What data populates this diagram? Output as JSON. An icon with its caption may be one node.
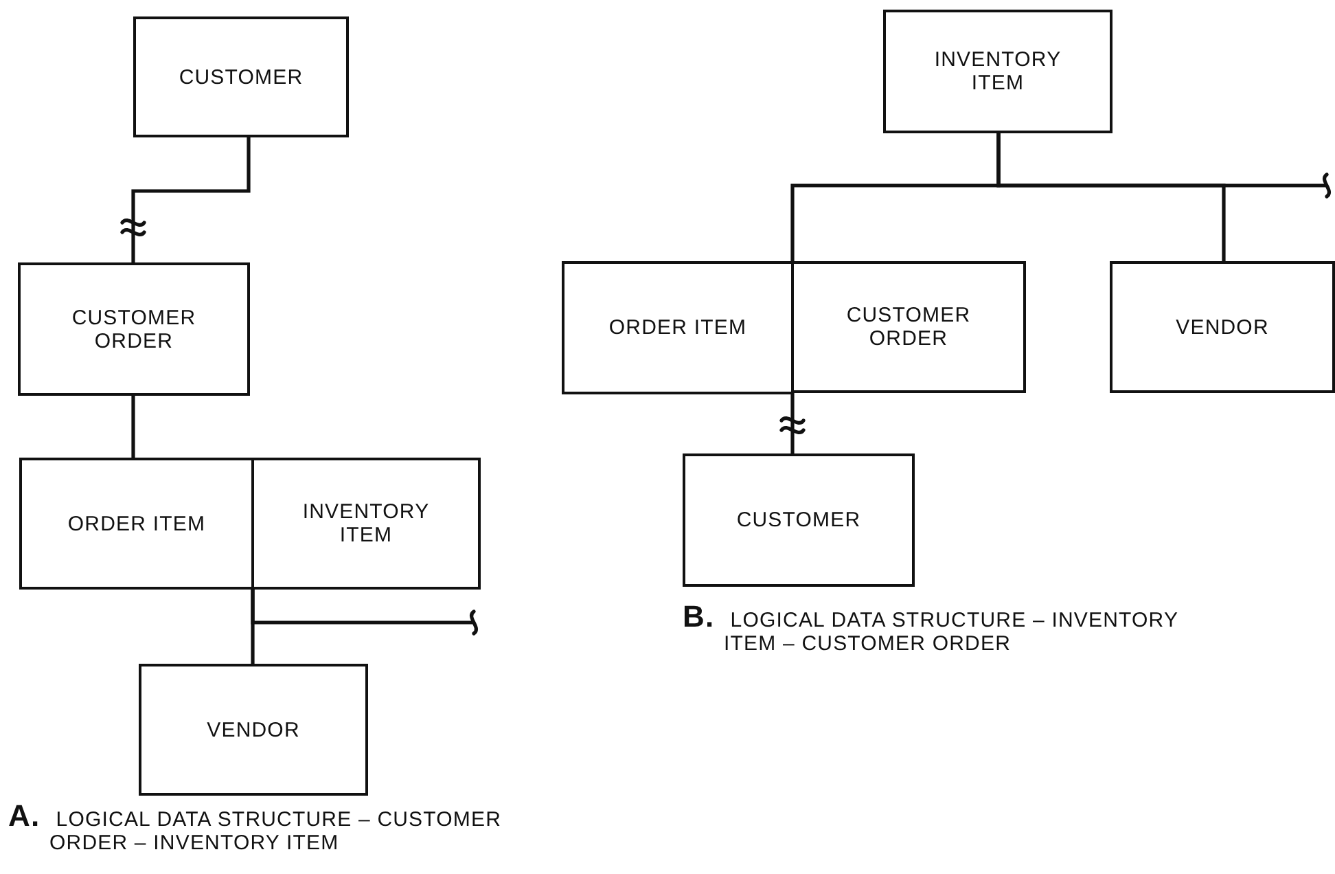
{
  "diagram": {
    "nodes": [
      {
        "text": [
          "CUSTOMER"
        ]
      },
      {
        "text": [
          "CUSTOMER ORDER"
        ]
      },
      {
        "text": [
          "ORDER ITEM"
        ]
      },
      {
        "text": [
          "INVENTORY ITEM"
        ]
      },
      {
        "text": [
          "VENDOR"
        ]
      },
      {
        "text": [
          "INVENTORY ITEM"
        ]
      },
      {
        "text": [
          "ORDER ITEM"
        ]
      },
      {
        "text": [
          "CUSTOMER ORDER"
        ]
      },
      {
        "text": [
          "VENDOR"
        ]
      },
      {
        "text": [
          "CUSTOMER"
        ]
      }
    ],
    "edges": [
      {
        "from": 0,
        "to": 1,
        "arrow": "none"
      },
      {
        "from": 1,
        "to": 2,
        "arrow": "none"
      },
      {
        "from": 3,
        "to": 4,
        "arrow": "none"
      },
      {
        "from": 3,
        "to": null,
        "arrow": "other"
      },
      {
        "from": 5,
        "to": 6,
        "arrow": "none"
      },
      {
        "from": 5,
        "to": 8,
        "arrow": "none"
      },
      {
        "from": 5,
        "to": null,
        "arrow": "other"
      },
      {
        "from": 7,
        "to": 9,
        "arrow": "none"
      }
    ],
    "labels": [
      "**A.** LOGICAL DATA STRUCTURE – CUSTOMER ORDER – INVENTORY ITEM",
      "**B.** LOGICAL DATA STRUCTURE – INVENTORY ITEM – CUSTOMER ORDER"
    ]
  }
}
